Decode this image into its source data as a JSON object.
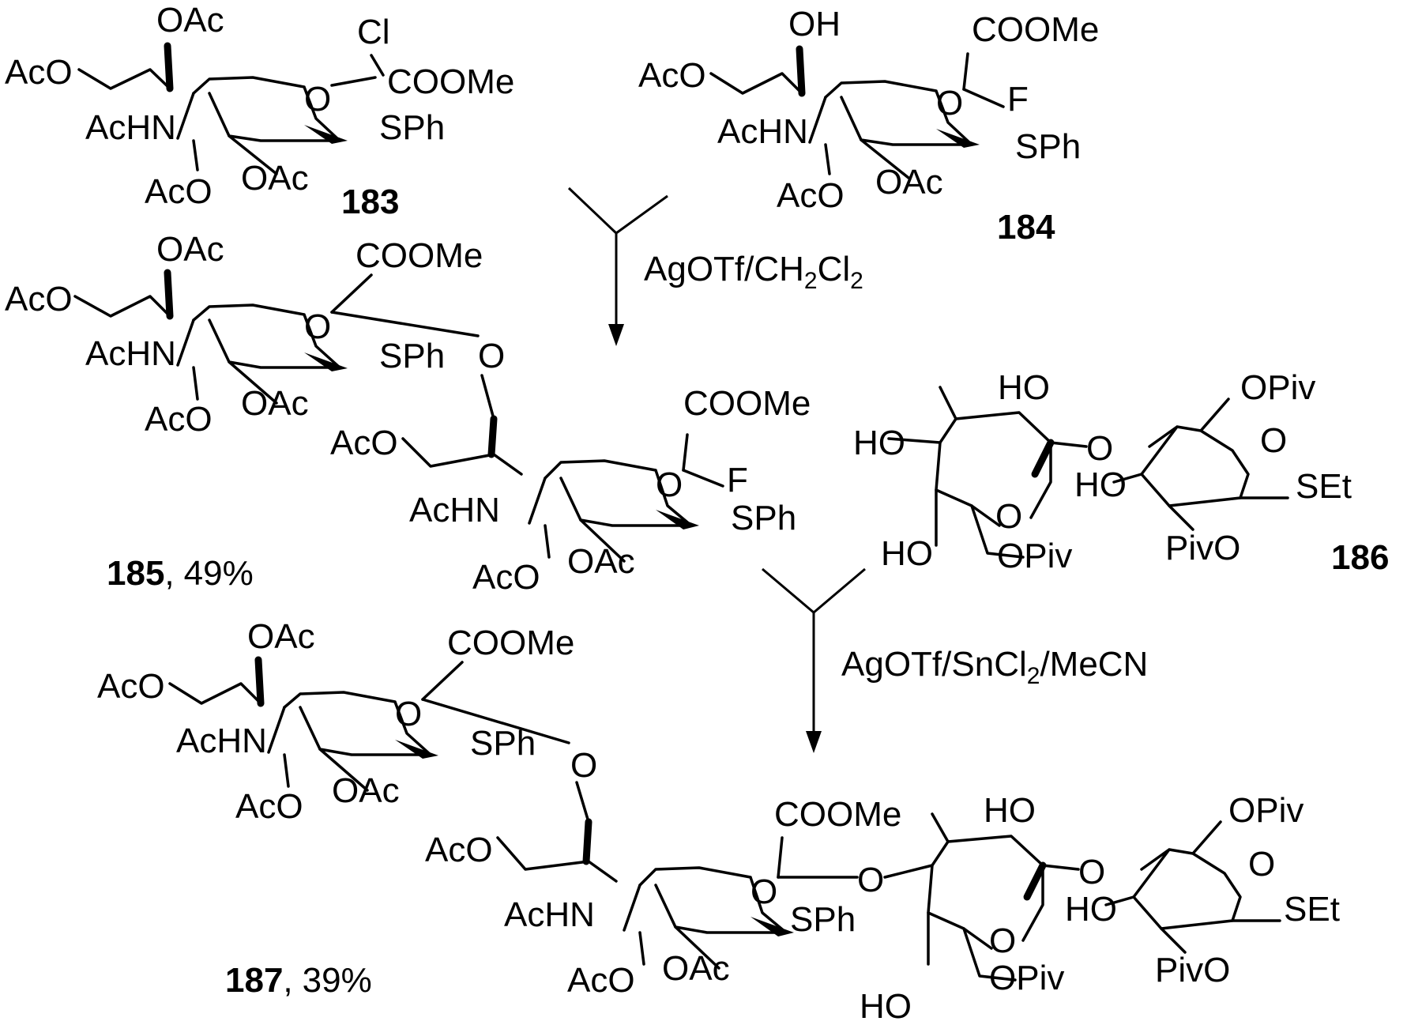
{
  "compounds": {
    "c183": {
      "id": "183"
    },
    "c184": {
      "id": "184"
    },
    "c185": {
      "id": "185",
      "yield": "49%"
    },
    "c186": {
      "id": "186"
    },
    "c187": {
      "id": "187",
      "yield": "39%"
    }
  },
  "reagents": {
    "step1": {
      "a": "AgOTf/CH",
      "s1": "2",
      "b": "Cl",
      "s2": "2"
    },
    "step2": {
      "a": "AgOTf/SnCl",
      "s1": "2",
      "b": "/MeCN"
    }
  },
  "labels": {
    "OAc": "OAc",
    "AcO": "AcO",
    "AcHN": "AcHN",
    "O": "O",
    "Cl": "Cl",
    "F": "F",
    "OH": "OH",
    "HO": "HO",
    "SPh": "SPh",
    "SEt": "SEt",
    "COOMe": "COOMe",
    "OPiv": "OPiv",
    "PivO": "PivO",
    "comma": ","
  }
}
